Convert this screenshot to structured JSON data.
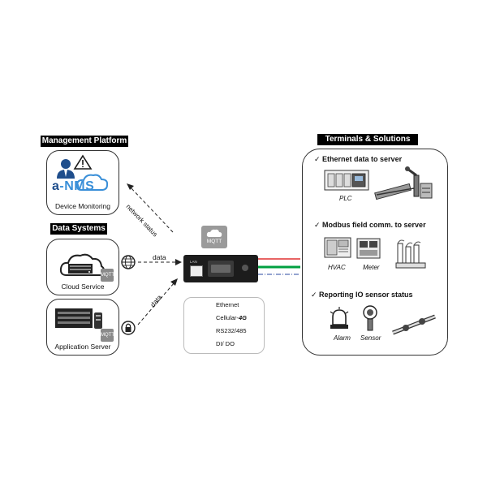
{
  "management": {
    "header": "Management Platform",
    "nms_logo": "a-NMS",
    "caption": "Device Monitoring"
  },
  "data_systems": {
    "header": "Data Systems",
    "cloud_caption": "Cloud Service",
    "app_caption": "Application Server",
    "mqtt_badge": "MQTT"
  },
  "links": {
    "network_status": "network status",
    "data_cloud": "data",
    "data_app": "data"
  },
  "device": {
    "mqtt_label": "MQTT",
    "port_label": "LAN"
  },
  "legend": {
    "items": [
      {
        "label": "Ethernet",
        "color": "#e03030",
        "style": "solid"
      },
      {
        "label": "Cellular-",
        "suffix": "4G",
        "color": "#000000",
        "style": "dashed"
      },
      {
        "label": "RS232/485",
        "color": "#00a040",
        "style": "thick"
      },
      {
        "label": "DI/ DO",
        "color": "#2a4aa0",
        "style": "dashdot"
      }
    ]
  },
  "terminals": {
    "header": "Terminals & Solutions",
    "sections": [
      {
        "title": "✓ Ethernet data to server",
        "items": [
          "PLC"
        ]
      },
      {
        "title": "✓ Modbus field comm. to server",
        "items": [
          "HVAC",
          "Meter"
        ]
      },
      {
        "title": "✓ Reporting IO sensor status",
        "items": [
          "Alarm",
          "Sensor"
        ]
      }
    ]
  },
  "colors": {
    "header_bg": "#000000",
    "cloud_blue": "#3a8fd8",
    "ethernet": "#e03030",
    "serial": "#00a040",
    "dido": "#2a4aa0"
  }
}
